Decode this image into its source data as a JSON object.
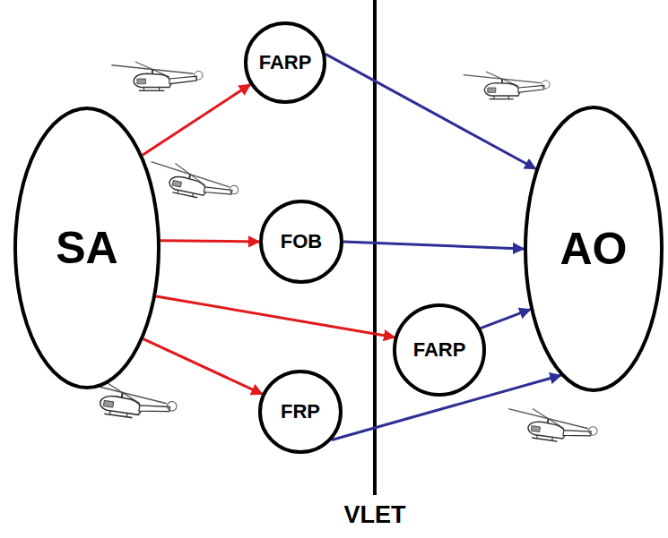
{
  "diagram": {
    "nodes": [
      {
        "text": [
          "SA"
        ]
      },
      {
        "text": [
          "FARP"
        ]
      },
      {
        "text": [
          "FOB"
        ]
      },
      {
        "text": [
          "FARP"
        ]
      },
      {
        "text": [
          "FRP"
        ]
      },
      {
        "text": [
          "AO"
        ]
      }
    ],
    "edges": [
      {
        "from": 0,
        "to": 1,
        "arrow": "to"
      },
      {
        "from": 0,
        "to": 2,
        "arrow": "to"
      },
      {
        "from": 0,
        "to": 3,
        "arrow": "to"
      },
      {
        "from": 0,
        "to": 4,
        "arrow": "to"
      },
      {
        "from": 1,
        "to": 5,
        "arrow": "to"
      },
      {
        "from": 2,
        "to": 5,
        "arrow": "to"
      },
      {
        "from": 3,
        "to": 5,
        "arrow": "to"
      },
      {
        "from": 4,
        "to": 5,
        "arrow": "to"
      }
    ],
    "labels": [
      "VLET"
    ]
  }
}
